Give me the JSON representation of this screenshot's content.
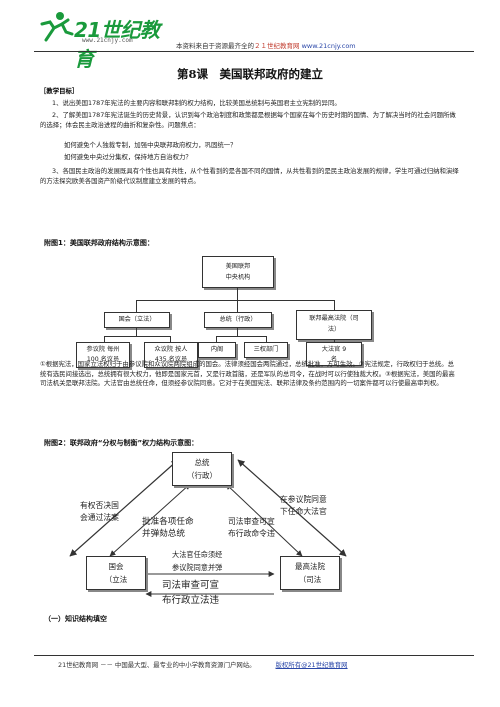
{
  "header": {
    "logo_text": "21世纪教育",
    "logo_url": "www.21cnjy.com",
    "note_prefix": "本资料来自于资源最齐全的",
    "note_site": "２１世纪教育网",
    "note_url": "www.21cnjy.com"
  },
  "title": "第8课　美国联邦政府的建立",
  "goals": {
    "heading": "［教学目标］",
    "p1": "1、说出美国1787年宪法的主要内容和联邦制的权力结构，比较美国总统制与英国君主立宪制的异同。",
    "p2": "2、了解美国1787年宪法诞生的历史背景，认识到每个政治制度和政策都是根据每个国家在每个历史时期的国情、为了解决当时的社会问题所做的选择；体会民主政治进程的曲折和复杂性。问题焦点：",
    "q1": "如何避免个人独裁专制，加强中央联邦政府权力，巩固统一？",
    "q2": "如何避免中央过分集权，保持地方自治权力？",
    "p3": "3、各国民主政治的发展既具有个性也具有共性，从个性看到的是各国不同的国情，从共性看到的是民主政治发展的规律，学生可通过归纳和演绎的方法探究欧美各国资产阶级代议制度建立发展的特点。"
  },
  "figure1": {
    "caption": "附图1：美国联邦政府结构示意图：",
    "root_line1": "美国联邦",
    "root_line2": "中央机构",
    "legislative": "国会（立法）",
    "executive": "总统（行政）",
    "judicial_line1": "联邦最高法院（司",
    "judicial_line2": "法）",
    "senate_line1": "参议院 每州",
    "senate_line2": "100 名议员",
    "house_line1": "众议院 按人",
    "house_line2": "435 名议员",
    "cabinet": "内阁",
    "departments": "三权部门",
    "justices_line1": "大法官 9",
    "justices_line2": "名"
  },
  "figure1_desc": {
    "text": "①根据宪法，国家立法权归于由参议院和众议院两院组成的国会。法律须经国会两院通过，总统批准，方可生效。②宪法规定，行政权归于总统。总统有选民间接选出，总统拥有很大权力，他即是国家元首，又是行政首脑，还是军队的总司令，在战时可以行使独裁大权。③根据宪法，美国的最高司法机关是联邦法院。大法官由总统任命，但须经参议院同意。它对于在美国宪法、联邦法律及条约范围内的一切案件都可以行使最高审判权。"
  },
  "figure2": {
    "caption": "附图2：联邦政府“分权与制衡”权力结构示意图：",
    "president_line1": "总统",
    "president_line2": "（行政）",
    "congress_line1": "国会",
    "congress_line2": "（立法",
    "court_line1": "最高法院",
    "court_line2": "（司法",
    "veto_line1": "有权否决国",
    "veto_line2": "会通过法案",
    "approve_line1": "批准各项任命",
    "approve_line2": "并弹劾总统",
    "review_line1": "司法审查可宣",
    "review_line2": "布行政命令违",
    "appoint_line1": "在参议院同意",
    "appoint_line2": "下任命大法官",
    "senate_line1": "大法官任命须经",
    "senate_line2": "参议院同意并弹",
    "judicial_line1": "司法审查可宣",
    "judicial_line2": "布行政立法违"
  },
  "section": "（一）知识结构填空",
  "footer": {
    "left": "21世纪教育网 －－ 中国最大型、最专业的中小学教育资源门户网站。",
    "right": "版权所有@21世纪教育网"
  }
}
